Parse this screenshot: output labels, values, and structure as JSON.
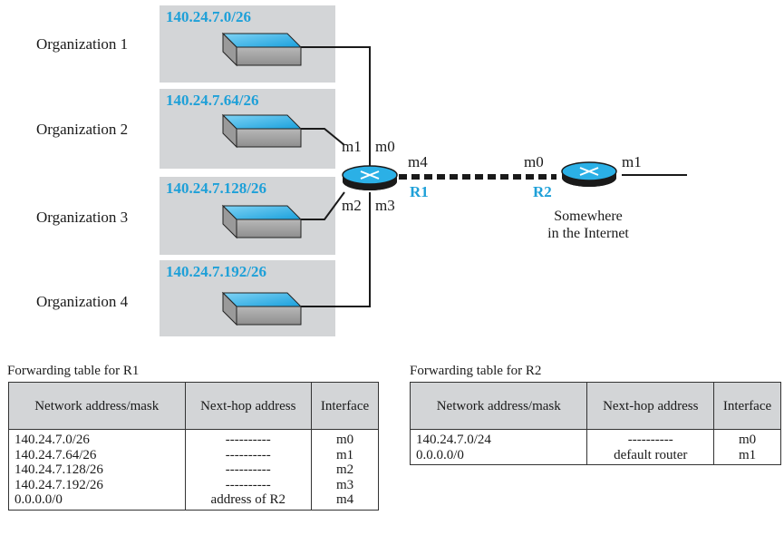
{
  "organizations": [
    {
      "label": "Organization 1",
      "network": "140.24.7.0/26"
    },
    {
      "label": "Organization 2",
      "network": "140.24.7.64/26"
    },
    {
      "label": "Organization 3",
      "network": "140.24.7.128/26"
    },
    {
      "label": "Organization 4",
      "network": "140.24.7.192/26"
    }
  ],
  "routers": {
    "r1": {
      "name": "R1",
      "interfaces": [
        "m0",
        "m1",
        "m2",
        "m3",
        "m4"
      ]
    },
    "r2": {
      "name": "R2",
      "interfaces": [
        "m0",
        "m1"
      ]
    }
  },
  "internet_note": [
    "Somewhere",
    "in the Internet"
  ],
  "colors": {
    "accent": "#1ea0d8",
    "panel": "#d3d5d7",
    "router": "#2bb0e6"
  },
  "tables": {
    "r1": {
      "caption": "Forwarding table for R1",
      "headers": [
        "Network address/mask",
        "Next-hop address",
        "Interface"
      ],
      "rows": [
        [
          "140.24.7.0/26",
          "----------",
          "m0"
        ],
        [
          "140.24.7.64/26",
          "----------",
          "m1"
        ],
        [
          "140.24.7.128/26",
          "----------",
          "m2"
        ],
        [
          "140.24.7.192/26",
          "----------",
          "m3"
        ],
        [
          "0.0.0.0/0",
          "address of R2",
          "m4"
        ]
      ]
    },
    "r2": {
      "caption": "Forwarding table for R2",
      "headers": [
        "Network address/mask",
        "Next-hop address",
        "Interface"
      ],
      "rows": [
        [
          "140.24.7.0/24",
          "----------",
          "m0"
        ],
        [
          "0.0.0.0/0",
          "default router",
          "m1"
        ]
      ]
    }
  }
}
